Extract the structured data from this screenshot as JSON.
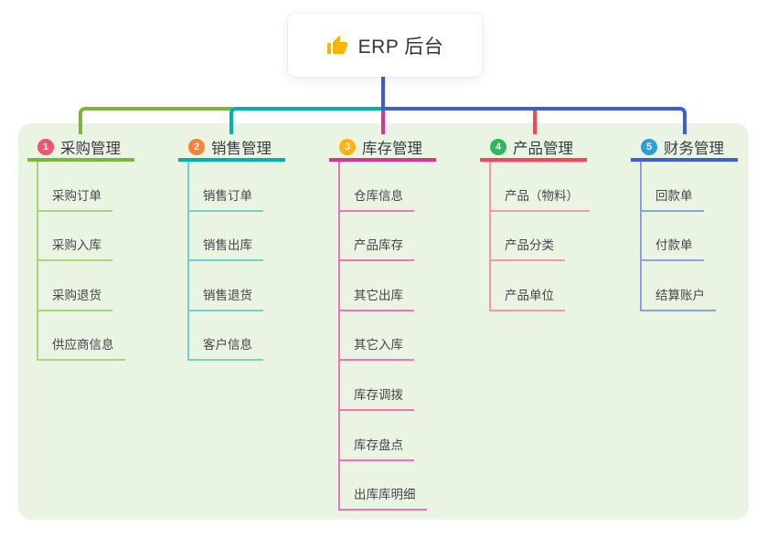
{
  "root": {
    "title": "ERP 后台",
    "icon": "thumbs-up-icon",
    "icon_color": "#f7b500"
  },
  "canvas": {
    "background_color": "#e9f5e2"
  },
  "connector_colors": {
    "trunk_blue": "#3e5bd8",
    "branch_green": "#7db43f",
    "branch_teal": "#00b1ae",
    "branch_magenta": "#d6368f",
    "branch_red": "#f8464f"
  },
  "branches": [
    {
      "index": "1",
      "label": "采购管理",
      "badge_color": "#f4526e",
      "line_color": "#7db43f",
      "child_line_color": "#a9d37f",
      "children": [
        "采购订单",
        "采购入库",
        "采购退货",
        "供应商信息"
      ]
    },
    {
      "index": "2",
      "label": "销售管理",
      "badge_color": "#f8813c",
      "line_color": "#00b1ae",
      "child_line_color": "#74d0cc",
      "children": [
        "销售订单",
        "销售出库",
        "销售退货",
        "客户信息"
      ]
    },
    {
      "index": "3",
      "label": "库存管理",
      "badge_color": "#fcb216",
      "line_color": "#d6368f",
      "child_line_color": "#ee74b4",
      "children": [
        "仓库信息",
        "产品库存",
        "其它出库",
        "其它入库",
        "库存调拨",
        "库存盘点",
        "出库库明细"
      ]
    },
    {
      "index": "4",
      "label": "产品管理",
      "badge_color": "#2eb85c",
      "line_color": "#f8464f",
      "child_line_color": "#f59a9e",
      "children": [
        "产品（物料）",
        "产品分类",
        "产品单位"
      ]
    },
    {
      "index": "5",
      "label": "财务管理",
      "badge_color": "#2b9fd8",
      "line_color": "#3e5bd8",
      "child_line_color": "#8ba0e3",
      "children": [
        "回款单",
        "付款单",
        "结算账户"
      ]
    }
  ]
}
